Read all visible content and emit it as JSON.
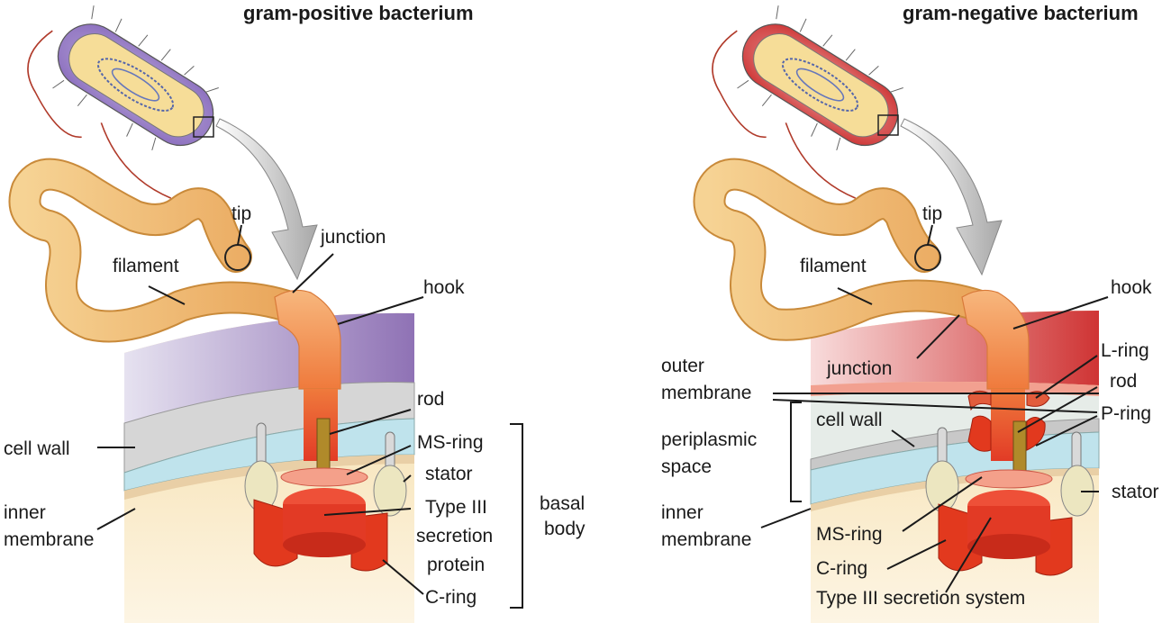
{
  "left": {
    "title": "gram-positive bacterium",
    "labels": {
      "tip": "tip",
      "junction": "junction",
      "filament": "filament",
      "hook": "hook",
      "rod": "rod",
      "ms_ring": "MS-ring",
      "stator": "stator",
      "cell_wall": "cell wall",
      "inner_membrane_1": "inner",
      "inner_membrane_2": "membrane",
      "t3_1": "Type III",
      "t3_2": "secretion",
      "t3_3": "protein",
      "c_ring": "C-ring",
      "basal_1": "basal",
      "basal_2": "body"
    }
  },
  "right": {
    "title": "gram-negative bacterium",
    "labels": {
      "tip": "tip",
      "filament": "filament",
      "hook": "hook",
      "junction": "junction",
      "l_ring": "L-ring",
      "rod": "rod",
      "p_ring": "P-ring",
      "outer_membrane_1": "outer",
      "outer_membrane_2": "membrane",
      "cell_wall": "cell wall",
      "periplasmic_1": "periplasmic",
      "periplasmic_2": "space",
      "stator": "stator",
      "inner_membrane_1": "inner",
      "inner_membrane_2": "membrane",
      "ms_ring": "MS-ring",
      "c_ring": "C-ring",
      "t3_system": "Type III secretion system"
    }
  }
}
